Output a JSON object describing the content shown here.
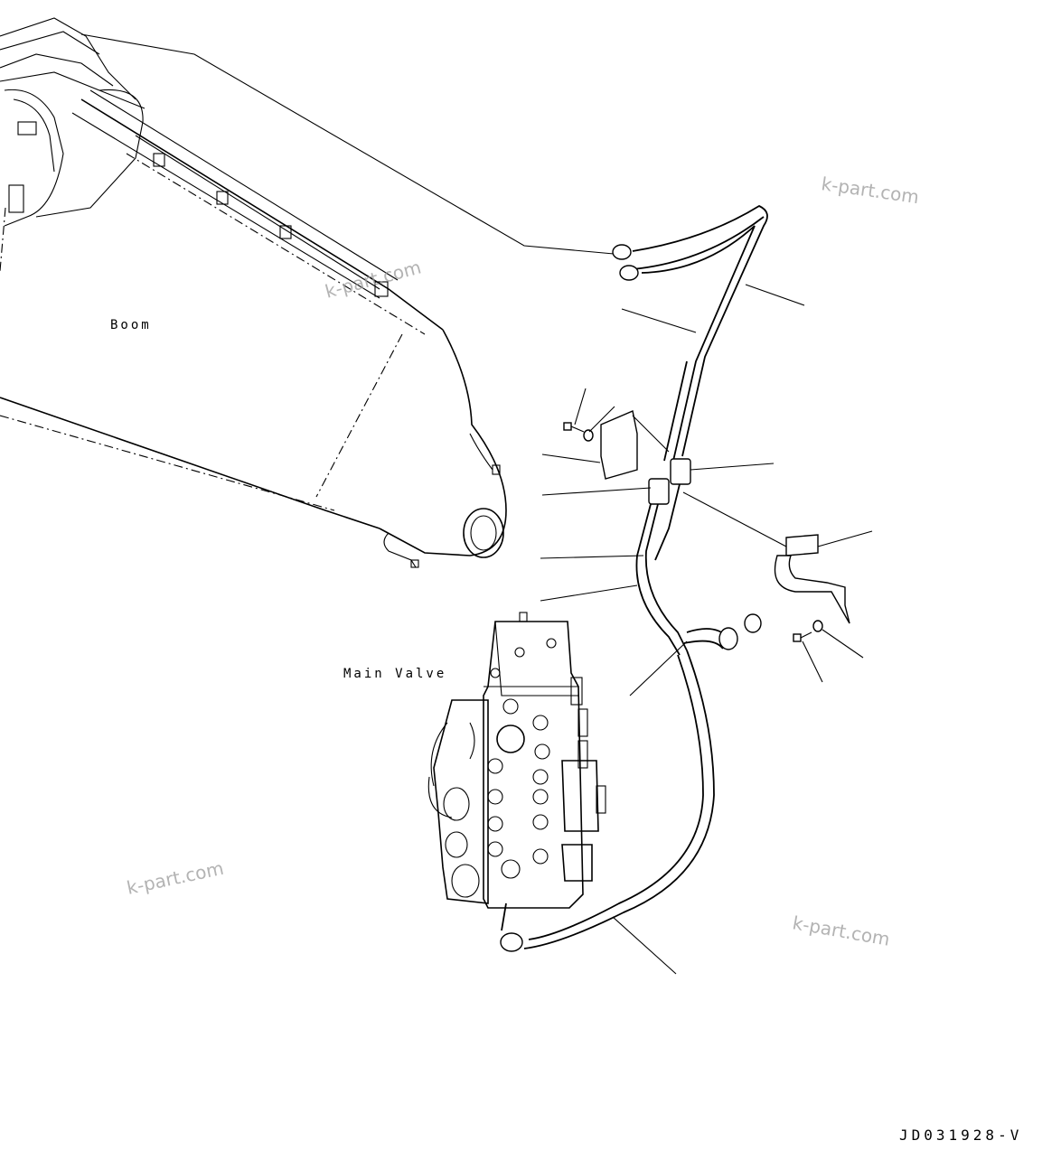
{
  "labels": {
    "boom": "Boom",
    "main_valve": "Main Valve",
    "drawing_code": "JD031928-V"
  },
  "watermarks": [
    "k-part.com",
    "k-part.com",
    "k-part.com",
    "k-part.com"
  ]
}
